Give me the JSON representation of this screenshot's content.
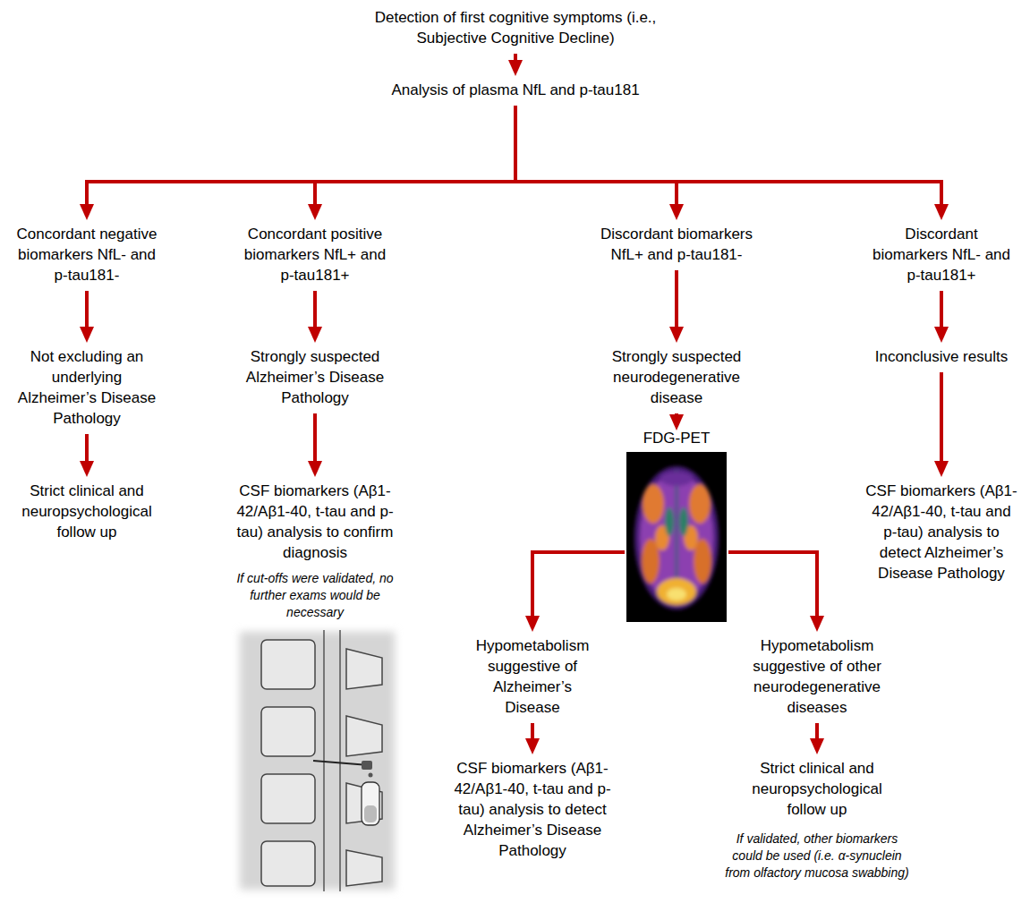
{
  "diagram": {
    "nodes": [
      {
        "text": [
          "Detection of first cognitive symptoms (i.e., Subjective Cognitive Decline)"
        ]
      },
      {
        "text": [
          "Analysis of plasma NfL and p-tau181"
        ]
      },
      {
        "text": [
          "Concordant negative biomarkers NfL- and p-tau181-"
        ]
      },
      {
        "text": [
          "Concordant positive biomarkers NfL+ and p-tau181+"
        ]
      },
      {
        "text": [
          "Discordant biomarkers NfL+ and p-tau181-"
        ]
      },
      {
        "text": [
          "Discordant biomarkers NfL- and p-tau181+"
        ]
      },
      {
        "text": [
          "Not excluding an underlying Alzheimer’s Disease Pathology"
        ]
      },
      {
        "text": [
          "Strongly suspected Alzheimer’s Disease Pathology"
        ]
      },
      {
        "text": [
          "Strongly suspected neurodegenerative disease"
        ]
      },
      {
        "text": [
          "Inconclusive results"
        ]
      },
      {
        "text": [
          "Strict clinical and neuropsychological follow up"
        ]
      },
      {
        "text": [
          "CSF biomarkers (Aβ1-42/Aβ1-40, t-tau and p-tau) analysis to confirm diagnosis"
        ]
      },
      {
        "text": [
          "FDG-PET"
        ]
      },
      {
        "text": [
          "CSF biomarkers (Aβ1-42/Aβ1-40, t-tau and p-tau) analysis to detect Alzheimer’s Disease Pathology"
        ]
      },
      {
        "text": [
          "Hypometabolism suggestive of Alzheimer’s Disease"
        ]
      },
      {
        "text": [
          "Hypometabolism suggestive of other neurodegenerative diseases"
        ]
      },
      {
        "text": [
          "CSF biomarkers (Aβ1-42/Aβ1-40, t-tau and p-tau) analysis to detect Alzheimer’s Disease Pathology"
        ]
      },
      {
        "text": [
          "Strict clinical and neuropsychological follow up"
        ]
      }
    ],
    "edges": [
      {
        "from": 0,
        "to": 1,
        "arrow": "to"
      },
      {
        "from": 1,
        "to": 2,
        "arrow": "to"
      },
      {
        "from": 1,
        "to": 3,
        "arrow": "to"
      },
      {
        "from": 1,
        "to": 4,
        "arrow": "to"
      },
      {
        "from": 1,
        "to": 5,
        "arrow": "to"
      },
      {
        "from": 2,
        "to": 6,
        "arrow": "to"
      },
      {
        "from": 3,
        "to": 7,
        "arrow": "to"
      },
      {
        "from": 4,
        "to": 8,
        "arrow": "to"
      },
      {
        "from": 5,
        "to": 9,
        "arrow": "to"
      },
      {
        "from": 6,
        "to": 10,
        "arrow": "to"
      },
      {
        "from": 7,
        "to": 11,
        "arrow": "to"
      },
      {
        "from": 8,
        "to": 12,
        "arrow": "to"
      },
      {
        "from": 9,
        "to": 13,
        "arrow": "to"
      },
      {
        "from": 12,
        "to": 14,
        "arrow": "to"
      },
      {
        "from": 12,
        "to": 15,
        "arrow": "to"
      },
      {
        "from": 14,
        "to": 16,
        "arrow": "to"
      },
      {
        "from": 15,
        "to": 17,
        "arrow": "to"
      }
    ],
    "labels": [
      "If cut-offs were validated, no further exams would be necessary",
      "If validated, other biomarkers could be used (i.e. α-synuclein from olfactory mucosa swabbing)"
    ]
  }
}
